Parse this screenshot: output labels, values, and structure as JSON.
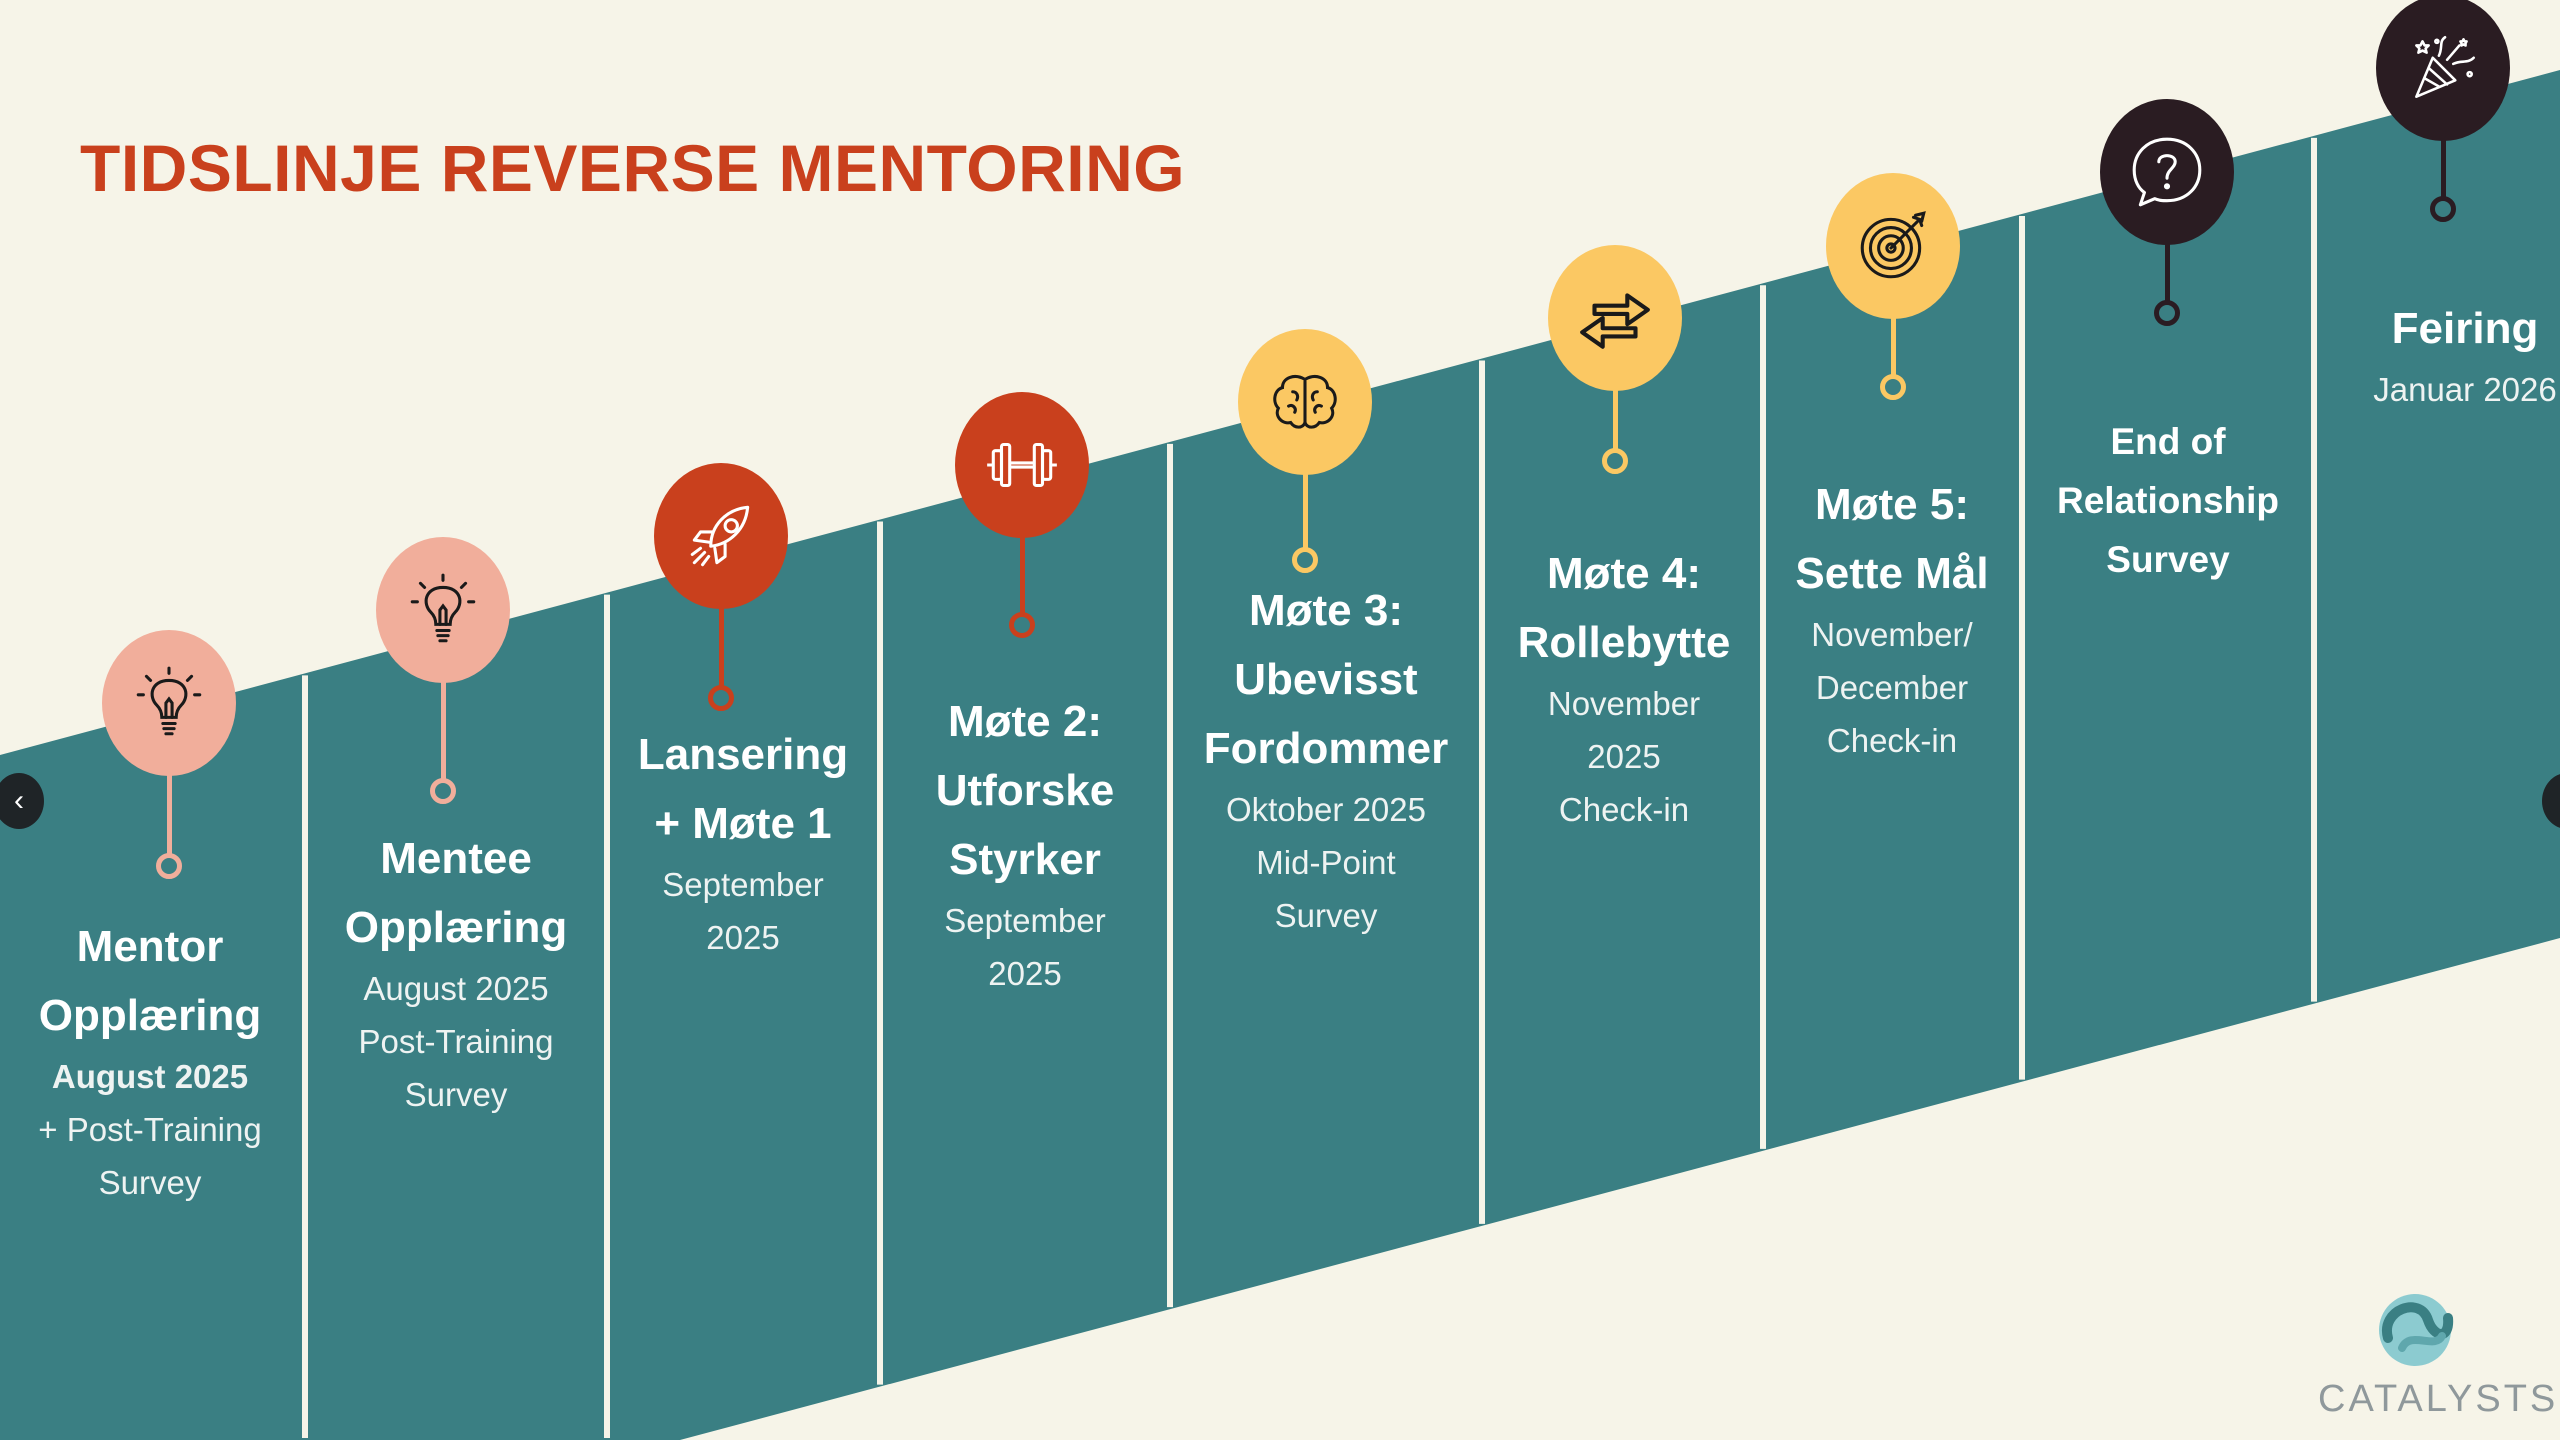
{
  "title": "TIDSLINJE REVERSE MENTORING",
  "colors": {
    "background": "#f6f4e8",
    "band": "#3a7f83",
    "title": "#c9401d",
    "salmon": "#f1ae9b",
    "orange": "#c9401d",
    "yellow": "#fbc863",
    "dark": "#2a1c22"
  },
  "steps": [
    {
      "icon": "lightbulb-icon",
      "color": "salmon",
      "title": "Mentor\nOpplæring",
      "sub_bold": "August 2025",
      "sub": "+ Post-Training\nSurvey"
    },
    {
      "icon": "lightbulb-icon",
      "color": "salmon",
      "title": "Mentee\nOpplæring",
      "sub": "August 2025\nPost-Training\nSurvey"
    },
    {
      "icon": "rocket-icon",
      "color": "orange",
      "title": "Lansering\n+ Møte 1",
      "sub": "September\n2025"
    },
    {
      "icon": "dumbbell-icon",
      "color": "orange",
      "title": "Møte 2:\nUtforske\nStyrker",
      "sub": "September\n2025"
    },
    {
      "icon": "brain-icon",
      "color": "yellow",
      "title": "Møte 3:\nUbevisst\nFordommer",
      "sub": "Oktober 2025\nMid-Point\nSurvey"
    },
    {
      "icon": "swap-arrows-icon",
      "color": "yellow",
      "title": "Møte 4:\nRollebytte",
      "sub": "November\n2025\nCheck-in"
    },
    {
      "icon": "target-icon",
      "color": "yellow",
      "title": "Møte 5:\nSette Mål",
      "sub": "November/\nDecember\nCheck-in"
    },
    {
      "icon": "question-bubble-icon",
      "color": "dark",
      "title": "End of\nRelationship\nSurvey",
      "sub": ""
    },
    {
      "icon": "party-popper-icon",
      "color": "dark",
      "title": "Feiring",
      "sub": "Januar 2026"
    }
  ],
  "nav": {
    "prev": "‹",
    "next": "›"
  },
  "logo": {
    "text": "CATALYSTS"
  }
}
